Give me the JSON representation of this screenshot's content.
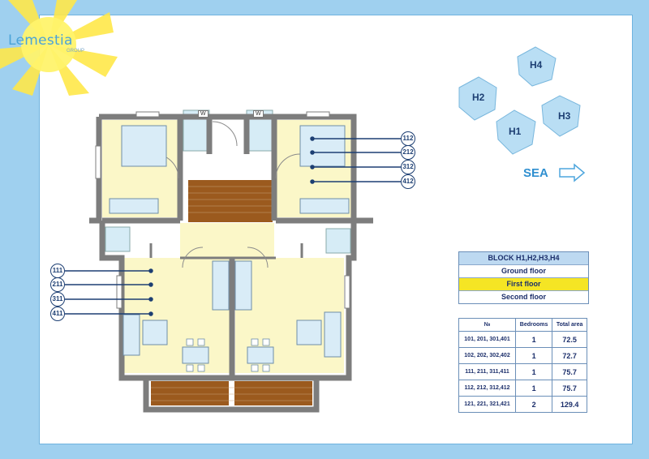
{
  "logo": {
    "name": "Lemestia",
    "sub": "GROUP"
  },
  "site_plan": {
    "blocks": [
      "H1",
      "H2",
      "H3",
      "H4"
    ],
    "sea_label": "SEA"
  },
  "plan": {
    "markers_right": [
      "112",
      "212",
      "312",
      "412"
    ],
    "markers_left": [
      "111",
      "211",
      "311",
      "411"
    ],
    "wc_label": "W"
  },
  "legend": {
    "title": "BLOCK H1,H2,H3,H4",
    "floors": [
      "Ground floor",
      "First floor",
      "Second floor"
    ],
    "highlighted_floor": "First floor",
    "highlight_color": "#f5e524"
  },
  "area_table": {
    "headers": [
      "№",
      "Bedrooms",
      "Total area"
    ],
    "rows": [
      {
        "units": "101, 201, 301,401",
        "bedrooms": "1",
        "area": "72.5"
      },
      {
        "units": "102, 202, 302,402",
        "bedrooms": "1",
        "area": "72.7"
      },
      {
        "units": "111, 211, 311,411",
        "bedrooms": "1",
        "area": "75.7"
      },
      {
        "units": "112, 212, 312,412",
        "bedrooms": "1",
        "area": "75.7"
      },
      {
        "units": "121, 221, 321,421",
        "bedrooms": "2",
        "area": "129.4"
      }
    ]
  },
  "colors": {
    "background": "#9fd0ef",
    "wall": "#7d7d7d",
    "floor": "#fbf7c8",
    "parquet": "#9b5a1e",
    "accent": "#1d3f73"
  }
}
